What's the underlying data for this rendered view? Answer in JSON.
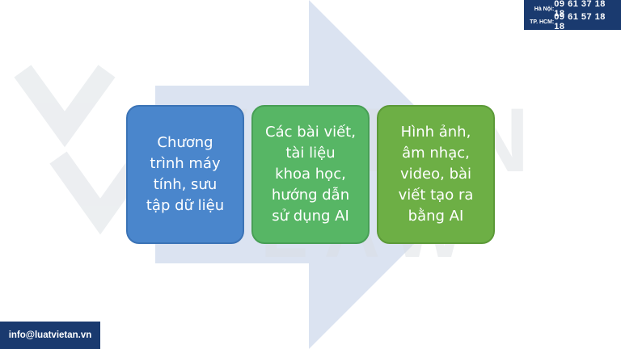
{
  "boxes": [
    {
      "lines": [
        "Chương",
        "trình máy",
        "tính, sưu",
        "tập dữ liệu"
      ]
    },
    {
      "lines": [
        "Các bài viết,",
        "tài liệu",
        "khoa học,",
        "hướng dẫn",
        "sử dụng AI"
      ]
    },
    {
      "lines": [
        "Hình ảnh,",
        "âm nhạc,",
        "video, bài",
        "viết tạo ra",
        "bằng AI"
      ]
    }
  ],
  "hotline": {
    "hanoi_label": "Hà Nội:",
    "hanoi_number": "09 61 37 18 18",
    "hcm_label": "TP. HCM:",
    "hcm_number": "09 61 57 18 18"
  },
  "email": "info@luatvietan.vn",
  "watermark": {
    "text_top": "VIETAN",
    "text_bottom": "LAW"
  },
  "colors": {
    "arrow": "#dbe3f1",
    "box_1": "#4a86cc",
    "box_2": "#57b665",
    "box_3": "#6daf45",
    "badge": "#1a3a6f"
  }
}
